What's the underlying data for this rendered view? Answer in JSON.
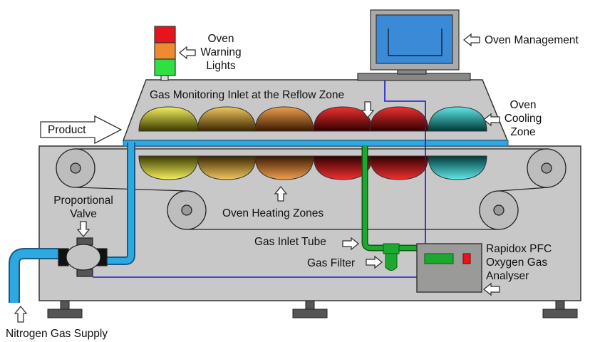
{
  "labels": {
    "oven_warning_lights": "Oven Warning Lights",
    "oven_management": "Oven Management",
    "gas_monitoring_inlet": "Gas Monitoring Inlet at the Reflow Zone",
    "oven_cooling_zone": "Oven Cooling Zone",
    "product": "Product",
    "proportional_valve": "Proportional Valve",
    "oven_heating_zones": "Oven Heating Zones",
    "gas_inlet_tube": "Gas Inlet Tube",
    "gas_filter": "Gas Filter",
    "analyser": "Rapidox PFC Oxygen Gas Analyser",
    "nitrogen_gas_supply": "Nitrogen Gas Supply"
  },
  "label_lines": {
    "oven_warning_lights": [
      "Oven",
      "Warning",
      "Lights"
    ],
    "oven_cooling_zone": [
      "Oven",
      "Cooling",
      "Zone"
    ],
    "proportional_valve": [
      "Proportional",
      "Valve"
    ],
    "analyser": [
      "Rapidox PFC",
      "Oxygen Gas",
      "Analyser"
    ]
  },
  "colors": {
    "warning_light_top": "#e8141c",
    "warning_light_middle": "#ee8a30",
    "warning_light_bottom": "#2ee040",
    "nitrogen_pipe": "#2ea8e0",
    "gas_inlet_tube": "#1ea830",
    "signal_wire": "#1a1ad0",
    "oven_body": "#c8c8c8",
    "monitor_screen": "#3a8ad8",
    "analyser_body": "#9a9a98"
  },
  "zone_colors": [
    "#c9c424",
    "#c49a2a",
    "#c06a24",
    "#c81010",
    "#c01010",
    "#20b8b8"
  ],
  "icons": {
    "monitor": "computer-monitor-icon",
    "warning_tower": "signal-tower-icon",
    "arrow": "outline-arrow-icon"
  }
}
